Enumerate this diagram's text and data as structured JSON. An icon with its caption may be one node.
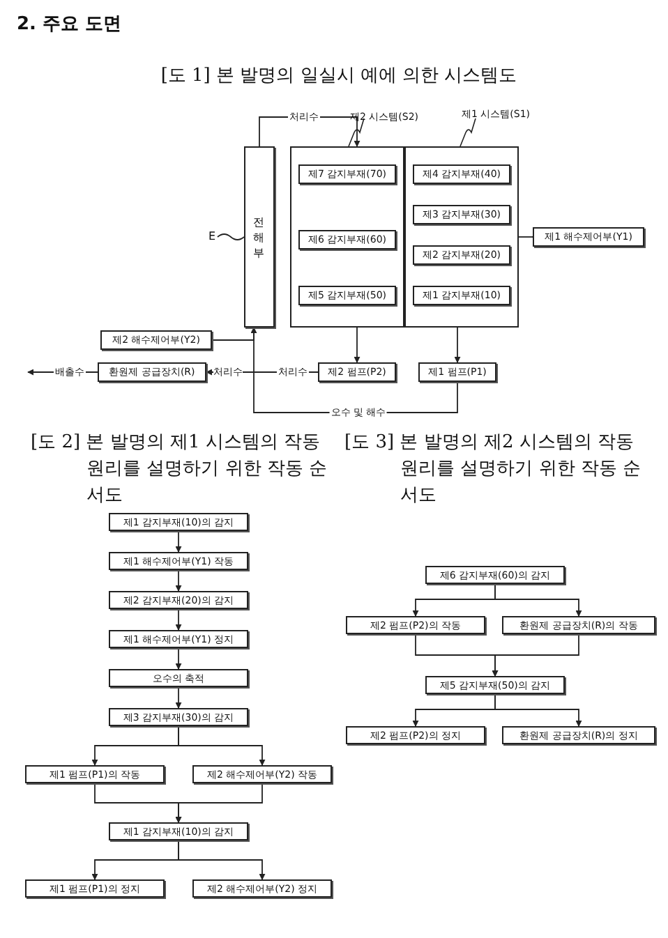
{
  "diagram": {
    "title": "2. 주요 도면",
    "nodes": [
      {
        "text": [
          "전해부"
        ]
      },
      {
        "text": [
          "제2 시스템(S2)"
        ]
      },
      {
        "text": [
          "제7 감지부재(70)"
        ],
        "in": 1
      },
      {
        "text": [
          "제6 감지부재(60)"
        ],
        "in": 1
      },
      {
        "text": [
          "제5 감지부재(50)"
        ],
        "in": 1
      },
      {
        "text": [
          "제1 시스템(S1)"
        ]
      },
      {
        "text": [
          "제4 감지부재(40)"
        ],
        "in": 5
      },
      {
        "text": [
          "제3 감지부재(30)"
        ],
        "in": 5
      },
      {
        "text": [
          "제2 감지부재(20)"
        ],
        "in": 5
      },
      {
        "text": [
          "제1 감지부재(10)"
        ],
        "in": 5
      },
      {
        "text": [
          "제1 해수제어부(Y1)"
        ]
      },
      {
        "text": [
          "제2 해수제어부(Y2)"
        ]
      },
      {
        "text": [
          "제2 펌프(P2)"
        ]
      },
      {
        "text": [
          "제1 펌프(P1)"
        ]
      },
      {
        "text": [
          "환원제 공급장치(R)"
        ]
      },
      {
        "text": [
          "제1 감지부재(10)의 감지"
        ]
      },
      {
        "text": [
          "제1 해수제어부(Y1) 작동"
        ]
      },
      {
        "text": [
          "제2 감지부재(20)의 감지"
        ]
      },
      {
        "text": [
          "제1 해수제어부(Y1) 정지"
        ]
      },
      {
        "text": [
          "오수의 축적"
        ]
      },
      {
        "text": [
          "제3 감지부재(30)의 감지"
        ]
      },
      {
        "text": [
          "제1 펌프(P1)의 작동"
        ]
      },
      {
        "text": [
          "제2 해수제어부(Y2) 작동"
        ]
      },
      {
        "text": [
          "제1 감지부재(10)의 감지"
        ]
      },
      {
        "text": [
          "제1 펌프(P1)의 정지"
        ]
      },
      {
        "text": [
          "제2 해수제어부(Y2) 정지"
        ]
      },
      {
        "text": [
          "제6 감지부재(60)의 감지"
        ]
      },
      {
        "text": [
          "제2 펌프(P2)의 작동"
        ]
      },
      {
        "text": [
          "환원제 공급장치(R)의 작동"
        ]
      },
      {
        "text": [
          "제5 감지부재(50)의 감지"
        ]
      },
      {
        "text": [
          "제2 펌프(P2)의 정지"
        ]
      },
      {
        "text": [
          "환원제 공급장치(R)의 정지"
        ]
      },
      {
        "text": [
          "E"
        ]
      }
    ],
    "edges": [
      {
        "from": 0,
        "to": 1,
        "arrow": "to",
        "label": "처리수"
      },
      {
        "from": 1,
        "to": 12,
        "arrow": "to"
      },
      {
        "from": 5,
        "to": 13,
        "arrow": "to"
      },
      {
        "from": 13,
        "to": 0,
        "arrow": "to",
        "label": "오수 및 해수"
      },
      {
        "from": 10,
        "to": 5,
        "arrow": "none"
      },
      {
        "from": 11,
        "to": 0,
        "arrow": "none"
      },
      {
        "from": 12,
        "to": 14,
        "arrow": "to",
        "label": "처리수"
      },
      {
        "from": 14,
        "to": null,
        "arrow": "to",
        "label": "배출수"
      },
      {
        "from": 15,
        "to": 16,
        "arrow": "to"
      },
      {
        "from": 16,
        "to": 17,
        "arrow": "to"
      },
      {
        "from": 17,
        "to": 18,
        "arrow": "to"
      },
      {
        "from": 18,
        "to": 19,
        "arrow": "to"
      },
      {
        "from": 19,
        "to": 20,
        "arrow": "to"
      },
      {
        "from": 20,
        "to": 21,
        "arrow": "to"
      },
      {
        "from": 20,
        "to": 22,
        "arrow": "to"
      },
      {
        "from": 21,
        "to": 23,
        "arrow": "to"
      },
      {
        "from": 22,
        "to": 23,
        "arrow": "to"
      },
      {
        "from": 23,
        "to": 24,
        "arrow": "to"
      },
      {
        "from": 23,
        "to": 25,
        "arrow": "to"
      },
      {
        "from": 26,
        "to": 27,
        "arrow": "to"
      },
      {
        "from": 26,
        "to": 28,
        "arrow": "to"
      },
      {
        "from": 27,
        "to": 29,
        "arrow": "to"
      },
      {
        "from": 28,
        "to": 29,
        "arrow": "to"
      },
      {
        "from": 29,
        "to": 30,
        "arrow": "to"
      },
      {
        "from": 29,
        "to": 31,
        "arrow": "to"
      },
      {
        "from": 32,
        "to": 0,
        "arrow": "none"
      }
    ],
    "labels": [
      "[도 1] 본 발명의 일실시 예에 의한 시스템도",
      "[도 2] 본 발명의 제1 시스템의 작동 원리를 설명하기 위한 작동 순서도",
      "[도 3] 본 발명의 제2 시스템의 작동 원리를 설명하기 위한 작동 순서도",
      "처리수"
    ]
  }
}
